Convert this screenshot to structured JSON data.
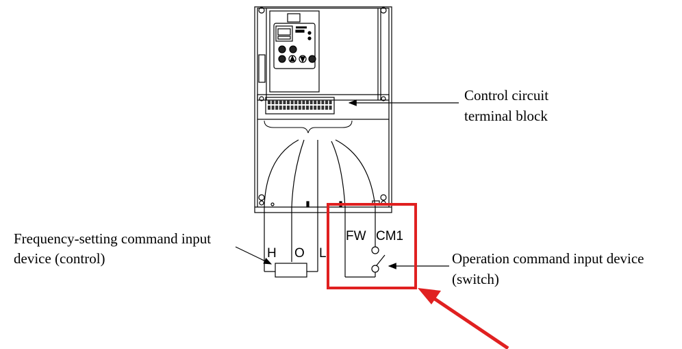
{
  "callouts": {
    "control_terminal": {
      "line1": "Control circuit",
      "line2": "terminal block"
    },
    "freq_device": {
      "line1": "Frequency-setting command input",
      "line2": "device (control)"
    },
    "op_device": {
      "line1": "Operation command input device",
      "line2": "(switch)"
    }
  },
  "terminals": {
    "h": "H",
    "o": "O",
    "l": "L",
    "fw": "FW",
    "cm1": "CM1"
  },
  "highlight_color": "#e02020"
}
